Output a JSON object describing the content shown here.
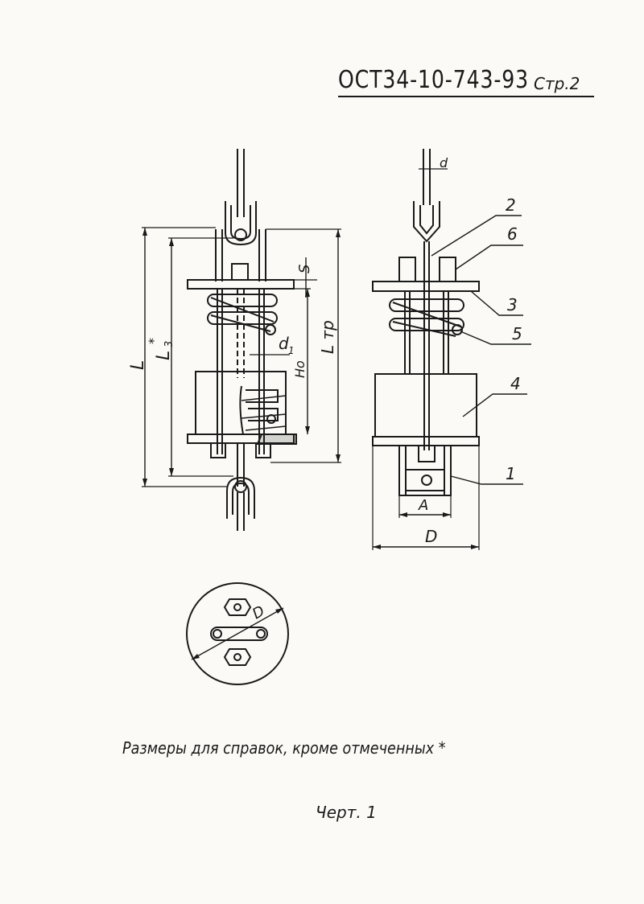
{
  "header": {
    "code": "ОСТ34-10-743-93",
    "page": "Стр.2"
  },
  "front_view": {
    "labels": {
      "L": "L",
      "L3": "L",
      "L3_sub": "3",
      "L3_star": "*",
      "Ltr": "L тр",
      "S": "S",
      "Ho": "Ho",
      "d1": "d",
      "d1_sub": "1"
    }
  },
  "side_view": {
    "labels": {
      "d": "d",
      "A": "A",
      "D": "D"
    },
    "callouts": [
      "2",
      "6",
      "3",
      "5",
      "4",
      "1"
    ]
  },
  "top_view": {
    "labels": {
      "D": "D"
    }
  },
  "note": "Размеры для справок, кроме отмеченных *",
  "figure_caption": "Черт. 1"
}
